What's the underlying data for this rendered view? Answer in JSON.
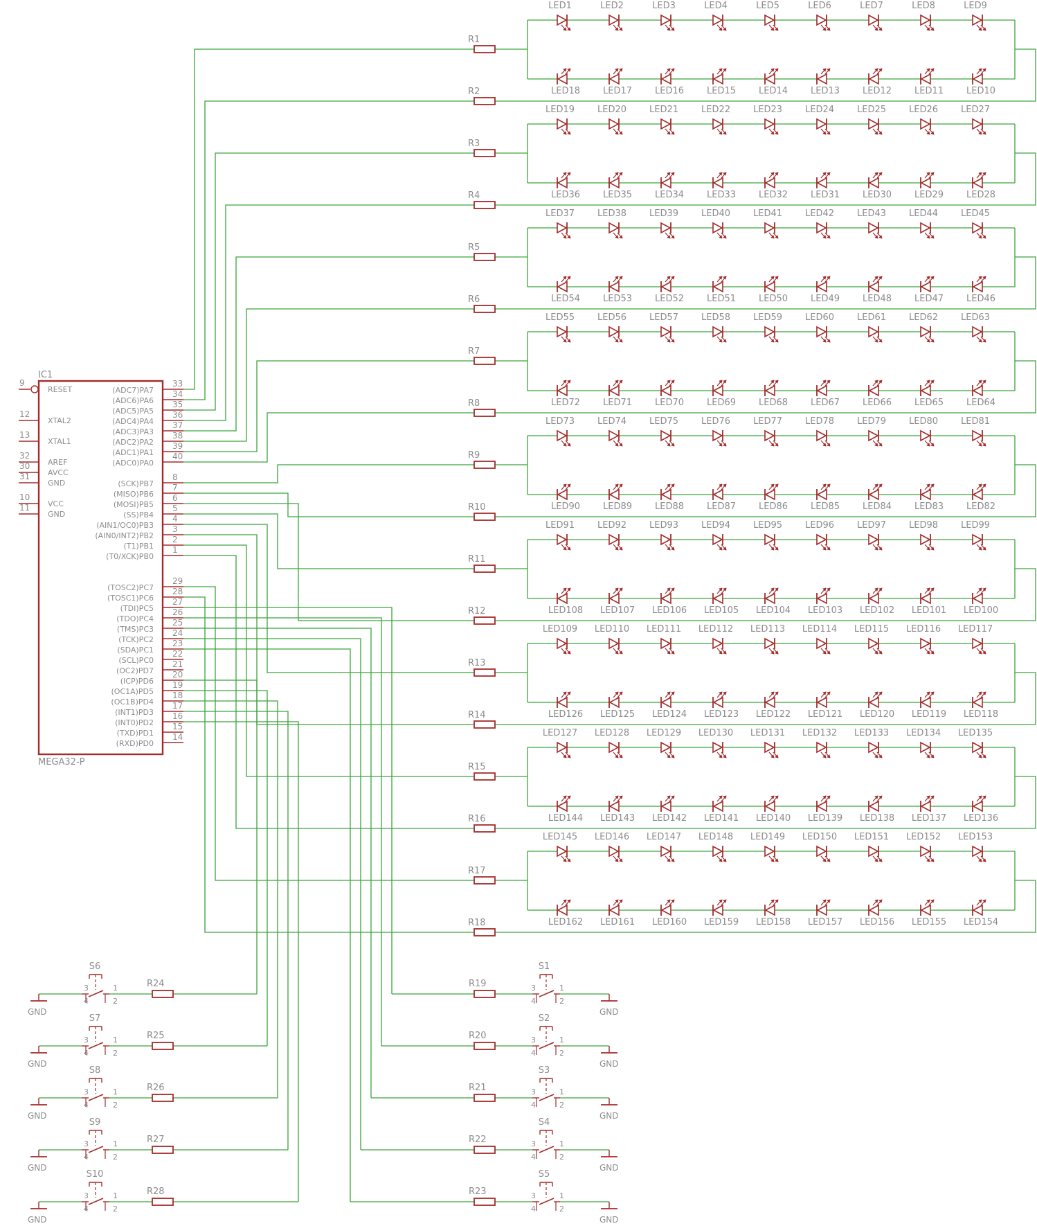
{
  "ic": {
    "name": "IC1",
    "value": "MEGA32-P",
    "left_pins": [
      {
        "num": "9",
        "label": "RESET"
      },
      {
        "num": "12",
        "label": "XTAL2"
      },
      {
        "num": "13",
        "label": "XTAL1"
      },
      {
        "num": "32",
        "label": "AREF"
      },
      {
        "num": "30",
        "label": "AVCC"
      },
      {
        "num": "31",
        "label": "GND"
      },
      {
        "num": "10",
        "label": "VCC"
      },
      {
        "num": "11",
        "label": "GND"
      }
    ],
    "right_pins": [
      {
        "num": "33",
        "label": "(ADC7)PA7"
      },
      {
        "num": "34",
        "label": "(ADC6)PA6"
      },
      {
        "num": "35",
        "label": "(ADC5)PA5"
      },
      {
        "num": "36",
        "label": "(ADC4)PA4"
      },
      {
        "num": "37",
        "label": "(ADC3)PA3"
      },
      {
        "num": "38",
        "label": "(ADC2)PA2"
      },
      {
        "num": "39",
        "label": "(ADC1)PA1"
      },
      {
        "num": "40",
        "label": "(ADC0)PA0"
      },
      {
        "num": "8",
        "label": "(SCK)PB7"
      },
      {
        "num": "7",
        "label": "(MISO)PB6"
      },
      {
        "num": "6",
        "label": "(MOSI)PB5"
      },
      {
        "num": "5",
        "label": "(SS)PB4"
      },
      {
        "num": "4",
        "label": "(AIN1/OC0)PB3"
      },
      {
        "num": "3",
        "label": "(AIN0/INT2)PB2"
      },
      {
        "num": "2",
        "label": "(T1)PB1"
      },
      {
        "num": "1",
        "label": "(T0/XCK)PB0"
      },
      {
        "num": "29",
        "label": "(TOSC2)PC7"
      },
      {
        "num": "28",
        "label": "(TOSC1)PC6"
      },
      {
        "num": "27",
        "label": "(TDI)PC5"
      },
      {
        "num": "26",
        "label": "(TDO)PC4"
      },
      {
        "num": "25",
        "label": "(TMS)PC3"
      },
      {
        "num": "24",
        "label": "(TCK)PC2"
      },
      {
        "num": "23",
        "label": "(SDA)PC1"
      },
      {
        "num": "22",
        "label": "(SCL)PC0"
      },
      {
        "num": "21",
        "label": "(OC2)PD7"
      },
      {
        "num": "20",
        "label": "(ICP)PD6"
      },
      {
        "num": "19",
        "label": "(OC1A)PD5"
      },
      {
        "num": "18",
        "label": "(OC1B)PD4"
      },
      {
        "num": "17",
        "label": "(INT1)PD3"
      },
      {
        "num": "16",
        "label": "(INT0)PD2"
      },
      {
        "num": "15",
        "label": "(TXD)PD1"
      },
      {
        "num": "14",
        "label": "(RXD)PD0"
      }
    ]
  },
  "led_groups": [
    {
      "top_labels": [
        "LED1",
        "LED2",
        "LED3",
        "LED4",
        "LED5",
        "LED6",
        "LED7",
        "LED8",
        "LED9"
      ],
      "bottom_labels": [
        "LED18",
        "LED17",
        "LED16",
        "LED15",
        "LED14",
        "LED13",
        "LED12",
        "LED11",
        "LED10"
      ],
      "r_top": "R1",
      "r_bottom": "R2"
    },
    {
      "top_labels": [
        "LED19",
        "LED20",
        "LED21",
        "LED22",
        "LED23",
        "LED24",
        "LED25",
        "LED26",
        "LED27"
      ],
      "bottom_labels": [
        "LED36",
        "LED35",
        "LED34",
        "LED33",
        "LED32",
        "LED31",
        "LED30",
        "LED29",
        "LED28"
      ],
      "r_top": "R3",
      "r_bottom": "R4"
    },
    {
      "top_labels": [
        "LED37",
        "LED38",
        "LED39",
        "LED40",
        "LED41",
        "LED42",
        "LED43",
        "LED44",
        "LED45"
      ],
      "bottom_labels": [
        "LED54",
        "LED53",
        "LED52",
        "LED51",
        "LED50",
        "LED49",
        "LED48",
        "LED47",
        "LED46"
      ],
      "r_top": "R5",
      "r_bottom": "R6"
    },
    {
      "top_labels": [
        "LED55",
        "LED56",
        "LED57",
        "LED58",
        "LED59",
        "LED60",
        "LED61",
        "LED62",
        "LED63"
      ],
      "bottom_labels": [
        "LED72",
        "LED71",
        "LED70",
        "LED69",
        "LED68",
        "LED67",
        "LED66",
        "LED65",
        "LED64"
      ],
      "r_top": "R7",
      "r_bottom": "R8"
    },
    {
      "top_labels": [
        "LED73",
        "LED74",
        "LED75",
        "LED76",
        "LED77",
        "LED78",
        "LED79",
        "LED80",
        "LED81"
      ],
      "bottom_labels": [
        "LED90",
        "LED89",
        "LED88",
        "LED87",
        "LED86",
        "LED85",
        "LED84",
        "LED83",
        "LED82"
      ],
      "r_top": "R9",
      "r_bottom": "R10"
    },
    {
      "top_labels": [
        "LED91",
        "LED92",
        "LED93",
        "LED94",
        "LED95",
        "LED96",
        "LED97",
        "LED98",
        "LED99"
      ],
      "bottom_labels": [
        "LED108",
        "LED107",
        "LED106",
        "LED105",
        "LED104",
        "LED103",
        "LED102",
        "LED101",
        "LED100"
      ],
      "r_top": "R11",
      "r_bottom": "R12"
    },
    {
      "top_labels": [
        "LED109",
        "LED110",
        "LED111",
        "LED112",
        "LED113",
        "LED114",
        "LED115",
        "LED116",
        "LED117"
      ],
      "bottom_labels": [
        "LED126",
        "LED125",
        "LED124",
        "LED123",
        "LED122",
        "LED121",
        "LED120",
        "LED119",
        "LED118"
      ],
      "r_top": "R13",
      "r_bottom": "R14"
    },
    {
      "top_labels": [
        "LED127",
        "LED128",
        "LED129",
        "LED130",
        "LED131",
        "LED132",
        "LED133",
        "LED134",
        "LED135"
      ],
      "bottom_labels": [
        "LED144",
        "LED143",
        "LED142",
        "LED141",
        "LED140",
        "LED139",
        "LED138",
        "LED137",
        "LED136"
      ],
      "r_top": "R15",
      "r_bottom": "R16"
    },
    {
      "top_labels": [
        "LED145",
        "LED146",
        "LED147",
        "LED148",
        "LED149",
        "LED150",
        "LED151",
        "LED152",
        "LED153"
      ],
      "bottom_labels": [
        "LED162",
        "LED161",
        "LED160",
        "LED159",
        "LED158",
        "LED157",
        "LED156",
        "LED155",
        "LED154"
      ],
      "r_top": "R17",
      "r_bottom": "R18"
    }
  ],
  "switches_left": [
    {
      "name": "S6",
      "resistor": "R24",
      "gnd": "GND"
    },
    {
      "name": "S7",
      "resistor": "R25",
      "gnd": "GND"
    },
    {
      "name": "S8",
      "resistor": "R26",
      "gnd": "GND"
    },
    {
      "name": "S9",
      "resistor": "R27",
      "gnd": "GND"
    },
    {
      "name": "S10",
      "resistor": "R28",
      "gnd": "GND"
    }
  ],
  "switches_right": [
    {
      "name": "S1",
      "resistor": "R19",
      "gnd": "GND"
    },
    {
      "name": "S2",
      "resistor": "R20",
      "gnd": "GND"
    },
    {
      "name": "S3",
      "resistor": "R21",
      "gnd": "GND"
    },
    {
      "name": "S4",
      "resistor": "R22",
      "gnd": "GND"
    },
    {
      "name": "S5",
      "resistor": "R23",
      "gnd": "GND"
    }
  ],
  "switch_pins": [
    "3",
    "4",
    "1",
    "2"
  ],
  "colors": {
    "wire": "#3aa33a",
    "part": "#a52a2a",
    "text": "#8c8c8c",
    "background": "#ffffff"
  }
}
